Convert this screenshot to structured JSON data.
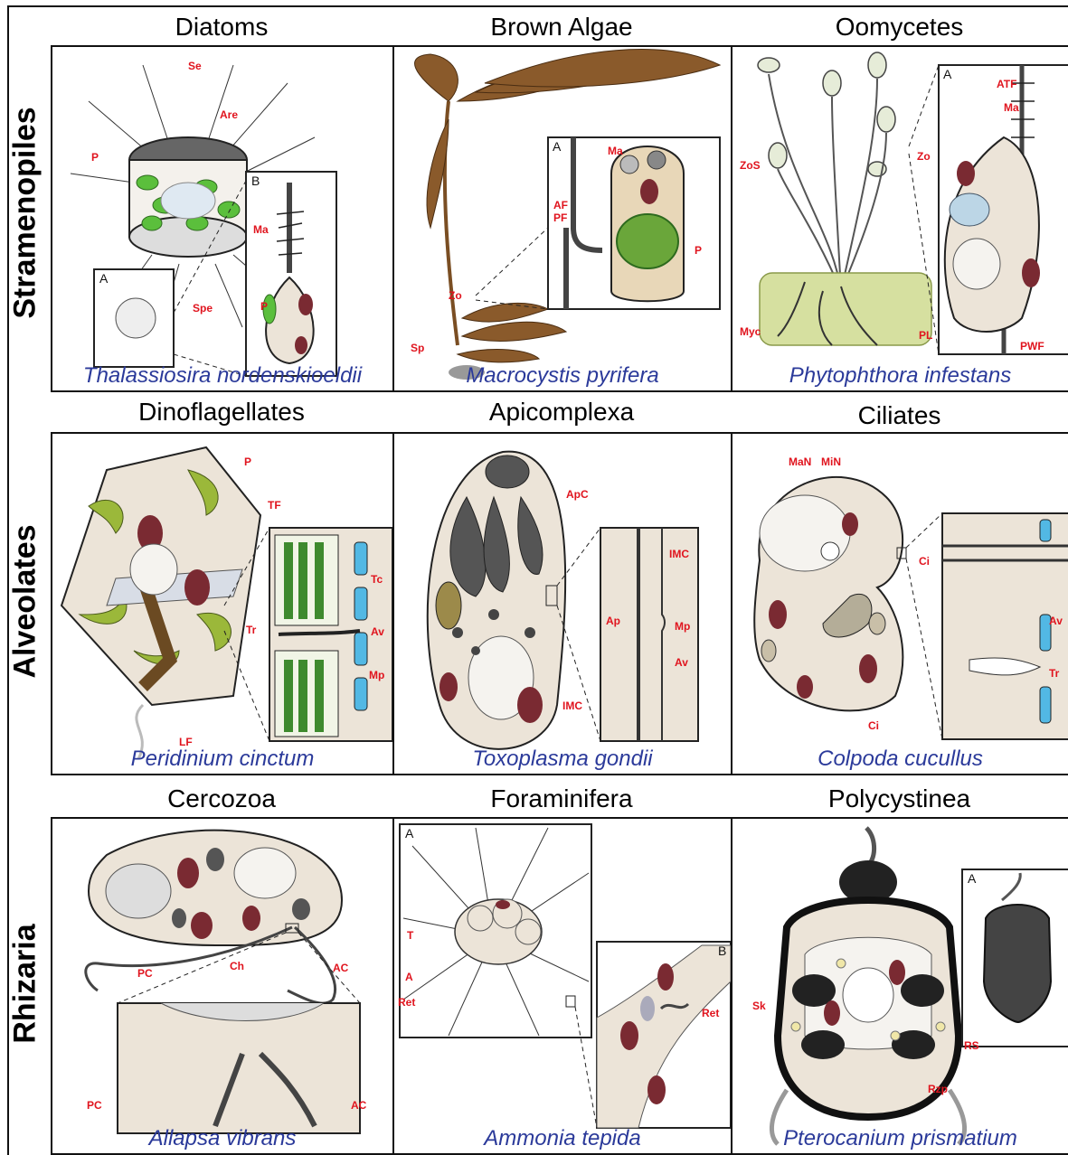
{
  "rows": [
    {
      "label": "Stramenopiles"
    },
    {
      "label": "Alveolates"
    },
    {
      "label": "Rhizaria"
    }
  ],
  "panels": {
    "diatoms": {
      "title": "Diatoms",
      "species": "Thalassiosira nordenskioeldii",
      "labels": [
        "Se",
        "Are",
        "P",
        "Ma",
        "P",
        "Spe"
      ],
      "insets": [
        "A",
        "B"
      ]
    },
    "brown_algae": {
      "title": "Brown Algae",
      "species": "Macrocystis pyrifera",
      "labels": [
        "Ma",
        "AF",
        "PF",
        "P",
        "Zo",
        "Sp"
      ],
      "insets": [
        "A"
      ]
    },
    "oomycetes": {
      "title": "Oomycetes",
      "species": "Phytophthora infestans",
      "labels": [
        "ATF",
        "Ma",
        "ZoS",
        "Zo",
        "Myc",
        "PL",
        "PWF"
      ],
      "insets": [
        "A"
      ]
    },
    "dinoflagellates": {
      "title": "Dinoflagellates",
      "species": "Peridinium cinctum",
      "labels": [
        "P",
        "TF",
        "Tc",
        "Tr",
        "Av",
        "Mp",
        "LF"
      ]
    },
    "apicomplexa": {
      "title": "Apicomplexa",
      "species": "Toxoplasma gondii",
      "labels": [
        "ApC",
        "IMC",
        "Ap",
        "Mp",
        "Av",
        "IMC"
      ]
    },
    "ciliates": {
      "title": "Ciliates",
      "species": "Colpoda cucullus",
      "labels": [
        "MaN",
        "MiN",
        "Ci",
        "Av",
        "Tr",
        "Ci"
      ]
    },
    "cercozoa": {
      "title": "Cercozoa",
      "species": "Allapsa vibrans",
      "labels": [
        "PC",
        "Ch",
        "AC",
        "PC",
        "AC"
      ]
    },
    "foraminifera": {
      "title": "Foraminifera",
      "species": "Ammonia tepida",
      "labels": [
        "T",
        "A",
        "Ret",
        "Ret"
      ],
      "insets": [
        "A",
        "B"
      ]
    },
    "polycystinea": {
      "title": "Polycystinea",
      "species": "Pterocanium prismatium",
      "labels": [
        "Sk",
        "RS",
        "Rzp"
      ],
      "insets": [
        "A"
      ]
    }
  },
  "colors": {
    "label_red": "#e0141e",
    "species_blue": "#2b3a9a",
    "cytoplasm": "#ece4d8",
    "mito": "#7a2a32",
    "plastid": "#5aa83a",
    "kelp": "#7a4e23"
  }
}
